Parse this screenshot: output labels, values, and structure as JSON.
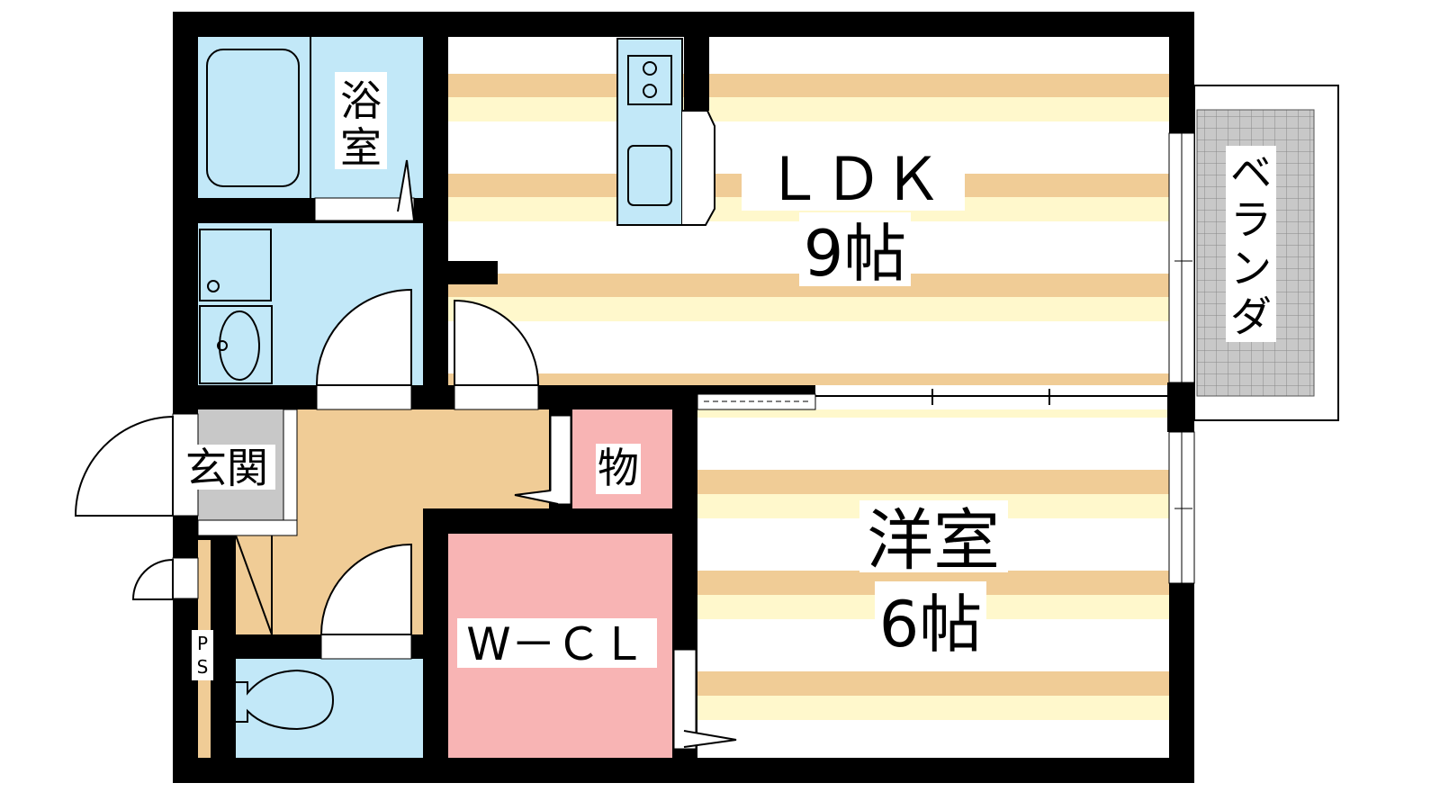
{
  "rooms": {
    "bath": {
      "label_line1": "浴",
      "label_line2": "室"
    },
    "ldk": {
      "label": "ＬＤＫ",
      "size": "9帖"
    },
    "veranda": {
      "label_chars": [
        "ベ",
        "ラ",
        "ン",
        "ダ"
      ]
    },
    "entrance": {
      "label": "玄関"
    },
    "storage": {
      "label": "物"
    },
    "walk_in_closet": {
      "label": "W－ＣＬ"
    },
    "western_room": {
      "label": "洋室",
      "size": "6帖"
    },
    "pipe_space": {
      "label_line1": "P",
      "label_line2": "S"
    }
  },
  "colors": {
    "wet_area": "#c2e8f8",
    "floor_beige": "#f0cc96",
    "floor_yellow": "#fff8cc",
    "closet_pink": "#f8b4b4",
    "entrance_gray": "#c8c8c8",
    "wall": "#000000"
  }
}
